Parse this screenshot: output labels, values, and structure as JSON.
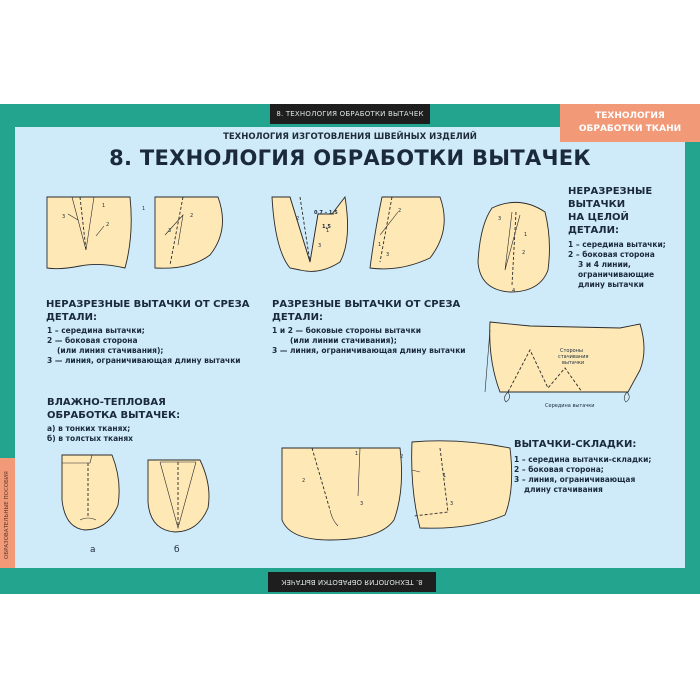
{
  "header": {
    "top_bar": "8. ТЕХНОЛОГИЯ ОБРАБОТКИ ВЫТАЧЕК",
    "bottom_bar": "8. ТЕХНОЛОГИЯ ОБРАБОТКИ ВЫТАЧЕК",
    "corner_line1": "ТЕХНОЛОГИЯ",
    "corner_line2": "ОБРАБОТКИ ТКАНИ",
    "subtitle": "ТЕХНОЛОГИЯ ИЗГОТОВЛЕНИЯ ШВЕЙНЫХ ИЗДЕЛИЙ",
    "title": "8. ТЕХНОЛОГИЯ ОБРАБОТКИ ВЫТАЧЕК"
  },
  "sections": {
    "uncut_from_edge": {
      "heading1": "НЕРАЗРЕЗНЫЕ ВЫТАЧКИ ОТ СРЕЗА",
      "heading2": "ДЕТАЛИ:",
      "item1": "1 – середина вытачки;",
      "item2": "2 — боковая сторона",
      "item2b": "(или линия стачивания);",
      "item3": "3 — линия, ограничивающая длину вытачки"
    },
    "cut_from_edge": {
      "heading1": "РАЗРЕЗНЫЕ ВЫТАЧКИ ОТ СРЕЗА",
      "heading2": "ДЕТАЛИ:",
      "item1": "1 и 2 — боковые стороны вытачки",
      "item1b": "(или линии стачивания);",
      "item2": "3 — линия, ограничивающая длину вытачки"
    },
    "uncut_whole": {
      "heading1": "НЕРАЗРЕЗНЫЕ",
      "heading2": "ВЫТАЧКИ",
      "heading3": "НА ЦЕЛОЙ",
      "heading4": "ДЕТАЛИ:",
      "item1": "1 – середина вытачки;",
      "item2": "2 – боковая сторона",
      "item3a": "3 и 4 линии,",
      "item3b": "ограничивающие",
      "item3c": "длину вытачки"
    },
    "wet_heat": {
      "heading1": "ВЛАЖНО-ТЕПЛОВАЯ",
      "heading2": "ОБРАБОТКА ВЫТАЧЕК:",
      "item1": "а) в тонких тканях;",
      "item2": "б) в толстых тканях",
      "caption_a": "а",
      "caption_b": "б"
    },
    "folds": {
      "heading": "ВЫТАЧКИ-СКЛАДКИ:",
      "item1": "1 – середина вытачки-складки;",
      "item2": "2 – боковая сторона;",
      "item3": "3 – линия, ограничивающая",
      "item3b": "длину стачивания"
    }
  },
  "diagram_labels": {
    "measure_a": "0,7 – 1,5",
    "measure_b": "1,5",
    "sides_label1": "Стороны",
    "sides_label2": "стачивания",
    "sides_label3": "вытачки",
    "middle_label": "Середина вытачки"
  },
  "edge_label": "ОБРАЗОВАТЕЛЬНЫЕ ПОСОБИЯ",
  "colors": {
    "frame": "#22a48e",
    "panel": "#cfeaf8",
    "accent": "#f29a78",
    "fabric": "#fde8b6"
  }
}
